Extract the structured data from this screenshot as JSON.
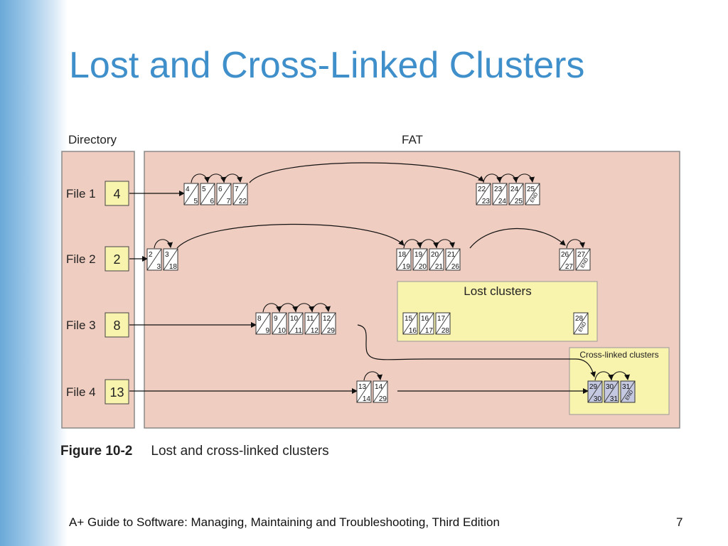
{
  "slide": {
    "title": "Lost and Cross-Linked Clusters",
    "footer": "A+ Guide to Software: Managing, Maintaining and Troubleshooting, Third Edition",
    "page_number": "7"
  },
  "diagram": {
    "directory_label": "Directory",
    "fat_label": "FAT",
    "files": [
      {
        "label": "File 1",
        "start": "4"
      },
      {
        "label": "File 2",
        "start": "2"
      },
      {
        "label": "File 3",
        "start": "8"
      },
      {
        "label": "File 4",
        "start": "13"
      }
    ],
    "lost_clusters_label": "Lost clusters",
    "cross_linked_label": "Cross-linked clusters",
    "clusters": {
      "file1_a": [
        [
          "4",
          "5"
        ],
        [
          "5",
          "6"
        ],
        [
          "6",
          "7"
        ],
        [
          "7",
          "22"
        ]
      ],
      "file1_b": [
        [
          "22",
          "23"
        ],
        [
          "23",
          "24"
        ],
        [
          "24",
          "25"
        ],
        [
          "25",
          "END"
        ]
      ],
      "file2_a": [
        [
          "2",
          "3"
        ],
        [
          "3",
          "18"
        ]
      ],
      "file2_b": [
        [
          "18",
          "19"
        ],
        [
          "19",
          "20"
        ],
        [
          "20",
          "21"
        ],
        [
          "21",
          "26"
        ]
      ],
      "file2_c": [
        [
          "26",
          "27"
        ],
        [
          "27",
          "END"
        ]
      ],
      "file3": [
        [
          "8",
          "9"
        ],
        [
          "9",
          "10"
        ],
        [
          "10",
          "11"
        ],
        [
          "11",
          "12"
        ],
        [
          "12",
          "29"
        ]
      ],
      "lost_a": [
        [
          "15",
          "16"
        ],
        [
          "16",
          "17"
        ],
        [
          "17",
          "28"
        ]
      ],
      "lost_b": [
        [
          "28",
          "END"
        ]
      ],
      "file4": [
        [
          "13",
          "14"
        ],
        [
          "14",
          "29"
        ]
      ],
      "cross": [
        [
          "29",
          "30"
        ],
        [
          "30",
          "31"
        ],
        [
          "31",
          "END"
        ]
      ]
    },
    "caption": {
      "number": "Figure 10-2",
      "text": "Lost and cross-linked clusters"
    },
    "colors": {
      "panel": "#f0cdc1",
      "panel_border": "#8a8a8a",
      "yellow": "#f8f3ad",
      "cell": "#ffffff",
      "cross_cell": "#c4c8e0"
    }
  }
}
